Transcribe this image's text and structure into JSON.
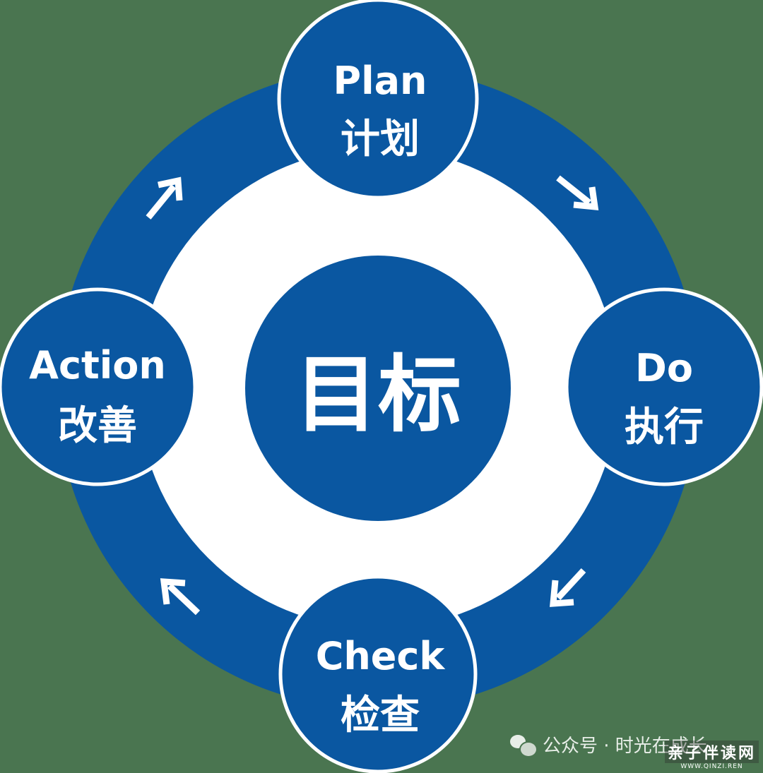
{
  "center": {
    "label": "目标"
  },
  "stages": [
    {
      "id": "plan",
      "en": "Plan",
      "zh": "计划"
    },
    {
      "id": "do",
      "en": "Do",
      "zh": "执行"
    },
    {
      "id": "check",
      "en": "Check",
      "zh": "检查"
    },
    {
      "id": "action",
      "en": "Action",
      "zh": "改善"
    }
  ],
  "arrows": [
    "arrow-icon",
    "arrow-icon",
    "arrow-icon",
    "arrow-icon"
  ],
  "watermark": {
    "icon": "wechat-icon",
    "text": "公众号 · 时光在成长",
    "site_name": "亲子伴读网",
    "site_url": "WWW.QINZI.REN"
  },
  "colors": {
    "ring": "#0a57a1",
    "background": "#4a7550",
    "text": "#ffffff"
  }
}
